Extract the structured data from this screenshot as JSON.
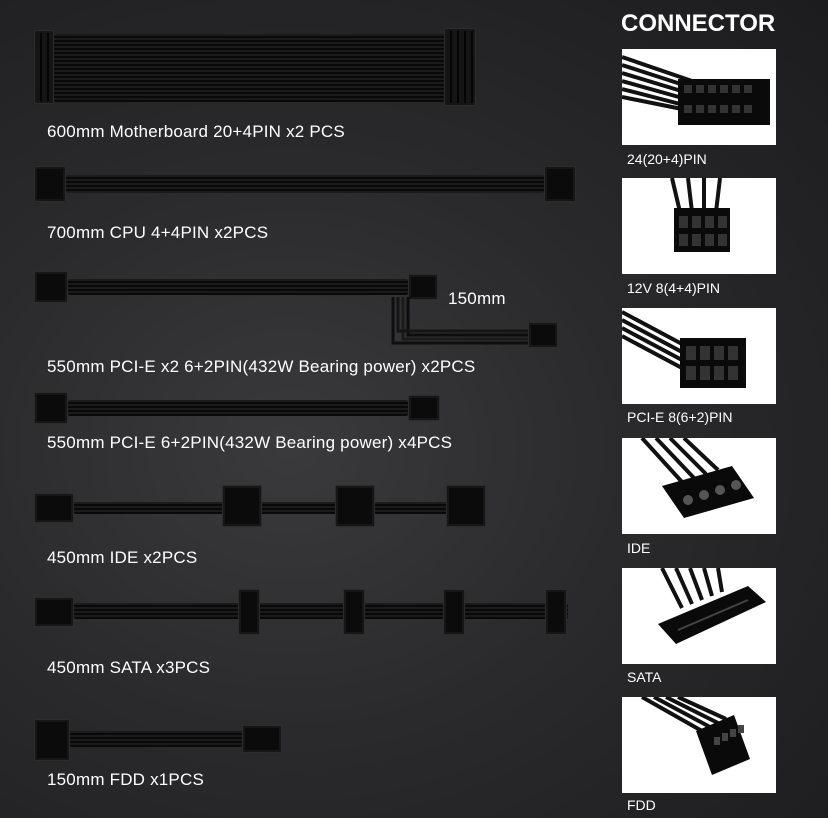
{
  "connector_title": "CONNECTOR",
  "cables": [
    {
      "label": "600mm  Motherboard 20+4PIN x2 PCS"
    },
    {
      "label": "700mm  CPU 4+4PIN x2PCS"
    },
    {
      "label": "550mm  PCI-E x2 6+2PIN(432W Bearing power) x2PCS",
      "branch_label": "150mm"
    },
    {
      "label": "550mm  PCI-E 6+2PIN(432W Bearing power) x4PCS"
    },
    {
      "label": "450mm IDE x2PCS"
    },
    {
      "label": "450mm  SATA x3PCS"
    },
    {
      "label": "150mm FDD x1PCS"
    }
  ],
  "connectors": [
    {
      "label": "24(20+4)PIN"
    },
    {
      "label": "12V 8(4+4)PIN"
    },
    {
      "label": "PCI-E 8(6+2)PIN"
    },
    {
      "label": "IDE"
    },
    {
      "label": "SATA"
    },
    {
      "label": "FDD"
    }
  ]
}
